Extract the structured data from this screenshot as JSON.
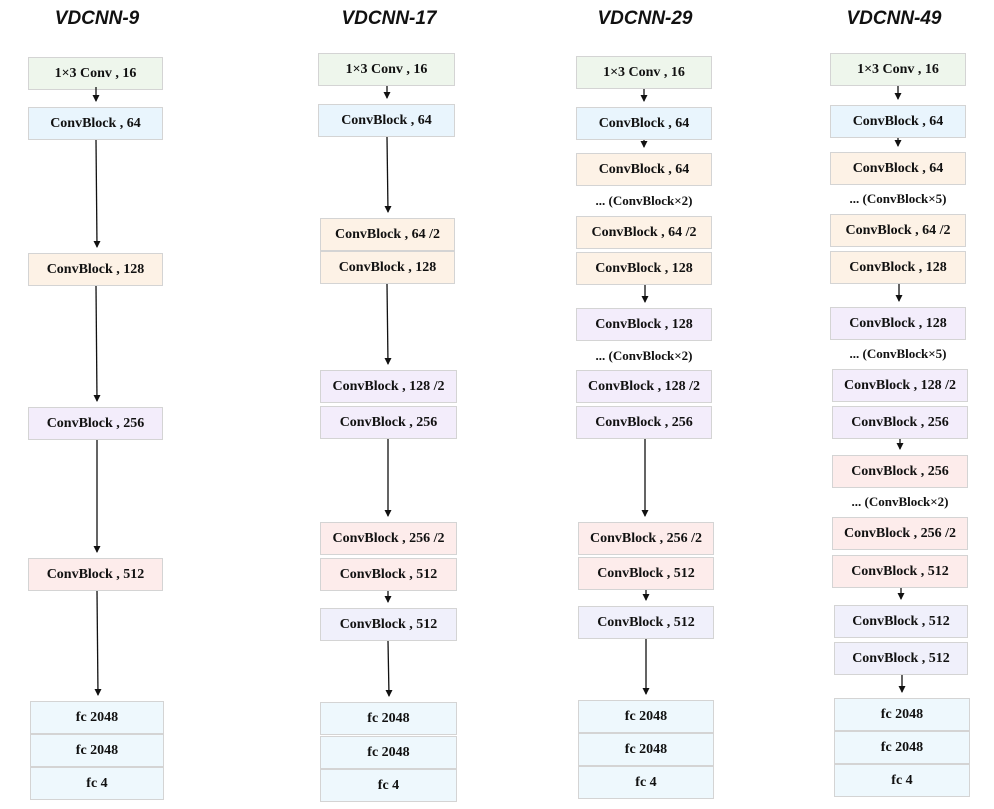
{
  "titles": [
    "VDCNN-9",
    "VDCNN-17",
    "VDCNN-29",
    "VDCNN-49"
  ],
  "col9": {
    "b1": "1×3 Conv , 16",
    "b2": "ConvBlock , 64",
    "b3": "ConvBlock , 128",
    "b4": "ConvBlock , 256",
    "b5": "ConvBlock , 512",
    "fc1": "fc 2048",
    "fc2": "fc 2048",
    "fc3": "fc 4"
  },
  "col17": {
    "b1": "1×3 Conv , 16",
    "b2": "ConvBlock , 64",
    "b3": "ConvBlock , 64 /2",
    "b4": "ConvBlock , 128",
    "b5": "ConvBlock , 128 /2",
    "b6": "ConvBlock , 256",
    "b7": "ConvBlock , 256 /2",
    "b8": "ConvBlock , 512",
    "b9": "ConvBlock , 512",
    "fc1": "fc 2048",
    "fc2": "fc 2048",
    "fc3": "fc 4"
  },
  "col29": {
    "b1": "1×3 Conv , 16",
    "b2": "ConvBlock , 64",
    "b3": "ConvBlock , 64",
    "n1": "... (ConvBlock×2)",
    "b4": "ConvBlock , 64 /2",
    "b5": "ConvBlock , 128",
    "b6": "ConvBlock , 128",
    "n2": "... (ConvBlock×2)",
    "b7": "ConvBlock , 128 /2",
    "b8": "ConvBlock , 256",
    "b9": "ConvBlock , 256 /2",
    "b10": "ConvBlock , 512",
    "b11": "ConvBlock , 512",
    "fc1": "fc 2048",
    "fc2": "fc 2048",
    "fc3": "fc 4"
  },
  "col49": {
    "b1": "1×3 Conv , 16",
    "b2": "ConvBlock , 64",
    "b3": "ConvBlock , 64",
    "n1": "... (ConvBlock×5)",
    "b4": "ConvBlock , 64 /2",
    "b5": "ConvBlock , 128",
    "b6": "ConvBlock , 128",
    "n2": "... (ConvBlock×5)",
    "b7": "ConvBlock , 128 /2",
    "b8": "ConvBlock , 256",
    "b9": "ConvBlock , 256",
    "n3": "... (ConvBlock×2)",
    "b10": "ConvBlock , 256 /2",
    "b11": "ConvBlock , 512",
    "b12": "ConvBlock , 512",
    "b13": "ConvBlock , 512",
    "fc1": "fc 2048",
    "fc2": "fc 2048",
    "fc3": "fc 4"
  }
}
